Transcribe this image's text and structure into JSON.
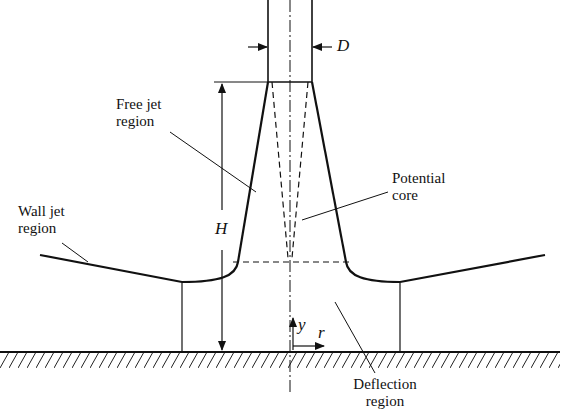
{
  "diagram": {
    "labels": [
      "D",
      "H",
      "Free jet region",
      "Potential core",
      "Wall jet region",
      "y",
      "r",
      "Deflection region"
    ]
  }
}
